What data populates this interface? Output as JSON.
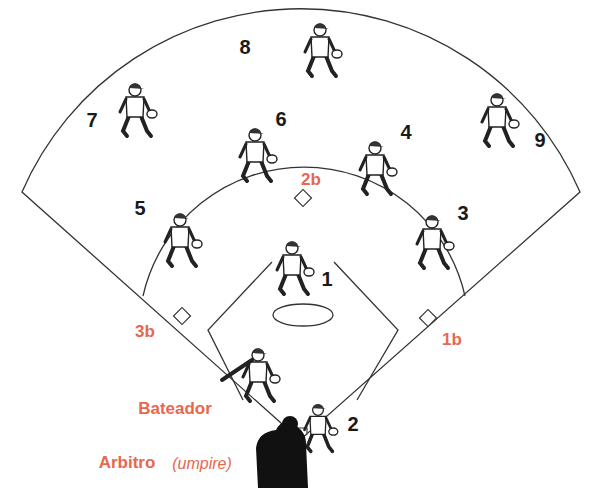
{
  "diagram": {
    "labels": [
      "8",
      "7",
      "6",
      "4",
      "9",
      "5",
      "2b",
      "3",
      "1",
      "3b",
      "1b",
      "Bateador",
      "2",
      "Arbitro",
      "(umpire)"
    ]
  }
}
